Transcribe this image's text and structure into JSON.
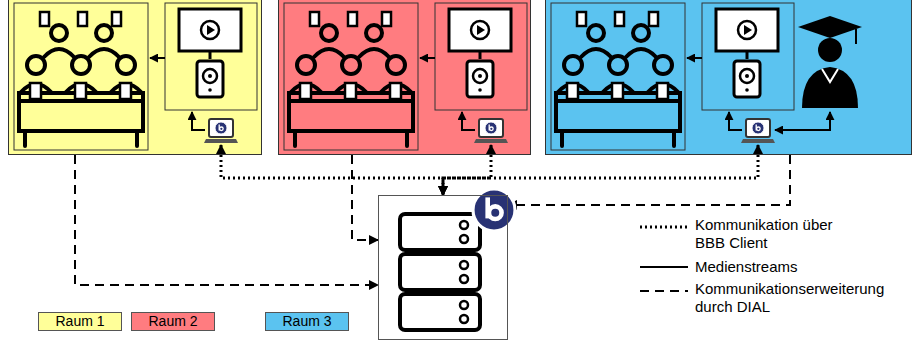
{
  "diagram": {
    "nodes": [
      {
        "text": []
      },
      {
        "text": [],
        "in": 0
      },
      {
        "text": []
      },
      {
        "text": [],
        "in": 2
      },
      {
        "text": []
      },
      {
        "text": [],
        "in": 4
      },
      {
        "text": []
      }
    ],
    "edges": [
      {
        "from": 1,
        "to": 6,
        "arrow": "both"
      },
      {
        "from": 3,
        "to": 6,
        "arrow": "both"
      },
      {
        "from": 5,
        "to": 6,
        "arrow": "both"
      },
      {
        "from": 0,
        "to": 6,
        "arrow": "to"
      },
      {
        "from": 2,
        "to": 6,
        "arrow": "to"
      },
      {
        "from": 4,
        "to": 6,
        "arrow": "to"
      }
    ],
    "legend": [
      {
        "text": "Kommunikation über BBB Client"
      },
      {
        "text": "Medienstreams"
      },
      {
        "text": "Kommunikationserweiterung durch DIAL"
      },
      {
        "text": "Raum 1",
        "color": "#ffff99"
      },
      {
        "text": "Raum 2",
        "color": "#ff7c80"
      },
      {
        "text": "Raum 3",
        "color": "#5bc3f0"
      }
    ]
  }
}
